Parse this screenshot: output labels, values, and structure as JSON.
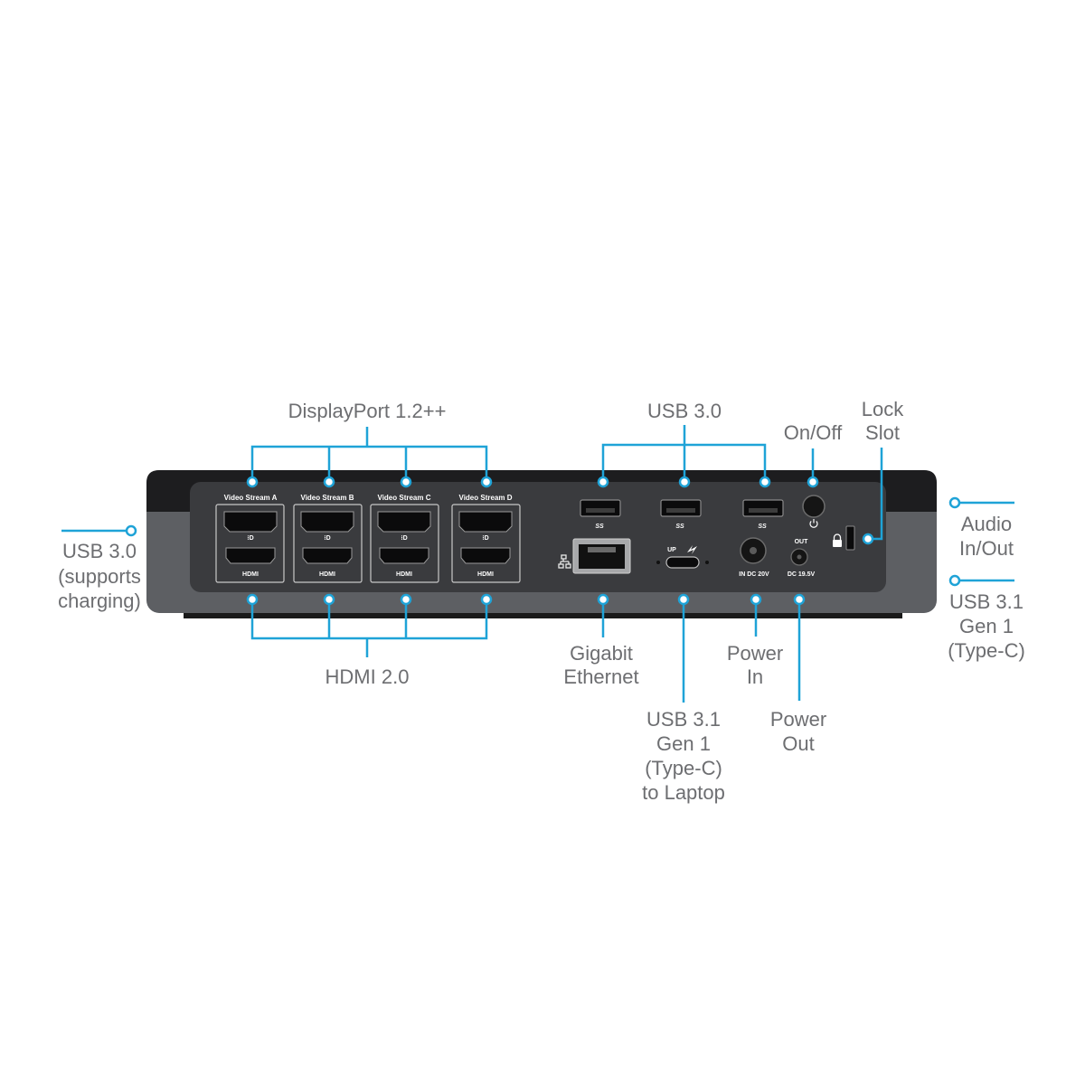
{
  "device": {
    "video_streams": [
      "Video Stream A",
      "Video Stream B",
      "Video Stream C",
      "Video Stream D"
    ],
    "hdmi_port_label": "HDMI",
    "usb_port_mark": "SS",
    "usbc_up_label": "UP",
    "power_in_label": "IN DC 20V",
    "power_out_top": "OUT",
    "power_out_label": "DC 19.5V"
  },
  "callouts": {
    "displayport": "DisplayPort 1.2++",
    "hdmi": "HDMI 2.0",
    "usb30_top": "USB 3.0",
    "on_off": "On/Off",
    "lock": [
      "Lock",
      "Slot"
    ],
    "usb30_left": [
      "USB 3.0",
      "(supports",
      "charging)"
    ],
    "audio": [
      "Audio",
      "In/Out"
    ],
    "usb31_right": [
      "USB 3.1",
      "Gen 1",
      "(Type-C)"
    ],
    "ethernet": [
      "Gigabit",
      "Ethernet"
    ],
    "usb31_laptop": [
      "USB 3.1",
      "Gen 1",
      "(Type-C)",
      "to Laptop"
    ],
    "power_in": [
      "Power",
      "In"
    ],
    "power_out": [
      "Power",
      "Out"
    ]
  },
  "colors": {
    "accent": "#1fa3d7",
    "label_text": "#6d6e71",
    "case_top": "#1d1d1f",
    "case_body": "#5d5f63",
    "panel": "#3a3b3e"
  }
}
